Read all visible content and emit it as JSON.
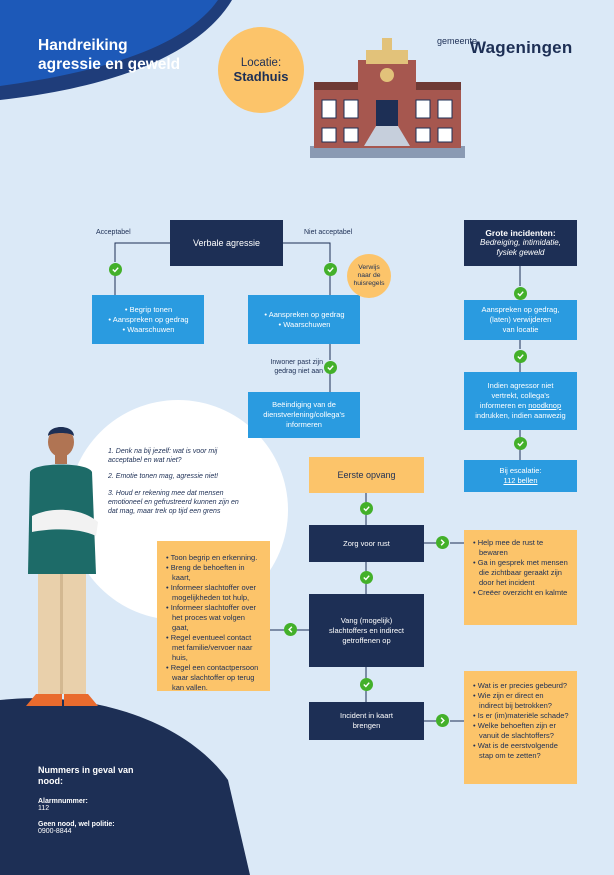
{
  "header": {
    "title_line1": "Handreiking",
    "title_line2": "agressie en geweld",
    "location_label": "Locatie:",
    "location_name": "Stadhuis",
    "logo_small": "gemeente",
    "logo_main": "Wageningen"
  },
  "verbal": {
    "title": "Verbale agressie",
    "label_left": "Acceptabel",
    "label_right": "Niet acceptabel",
    "left_items": [
      "Begrip tonen",
      "Aanspreken op gedrag",
      "Waarschuwen"
    ],
    "right_items": [
      "Aanspreken op gedrag",
      "Waarschuwen"
    ],
    "refer_line1": "Verwijs",
    "refer_line2": "naar de",
    "refer_line3": "huisregels",
    "resident_line1": "Inwoner past zijn",
    "resident_line2": "gedrag niet aan",
    "end_line1": "Beëindiging van de",
    "end_line2": "dienstverlening/collega's",
    "end_line3": "informeren"
  },
  "major": {
    "title": "Grote incidenten:",
    "subtitle_line1": "Bedreiging, intimidatie,",
    "subtitle_line2": "fysiek geweld",
    "step1_line1": "Aanspreken op gedrag,",
    "step1_line2": "(laten) verwijderen",
    "step1_line3": "van locatie",
    "step2_line1": "Indien agressor niet",
    "step2_line2": "vertrekt, collega's",
    "step2_line3_a": "informeren en ",
    "step2_line3_b": "noodknop",
    "step2_line4": "indrukken, indien aanwezig",
    "esc_label": "Bij escalatie:",
    "esc_link": "112 bellen"
  },
  "steps": {
    "s1": "1. Denk na bij jezelf: wat is voor mij acceptabel en wat niet?",
    "s2": "2. Emotie tonen mag, agressie niet!",
    "s3": "3. Houd er rekening mee dat mensen emotioneel en gefrustreerd kunnen zijn en dat mag, maar trek op tijd een grens"
  },
  "care": {
    "first_aid": "Eerste opvang",
    "calm": "Zorg voor rust",
    "calm_items": [
      "Help mee de rust te bewaren",
      "Ga in gesprek met mensen die zichtbaar geraakt zijn door het incident",
      "Creëer overzicht en kalmte"
    ],
    "catch_line1": "Vang (mogelijk)",
    "catch_line2": "slachtoffers en indirect",
    "catch_line3": "getroffenen op",
    "catch_items": [
      "Toon begrip en erkenning.",
      "Breng de behoeften in kaart,",
      "Informeer slachtoffer over mogelijkheden tot hulp,",
      "Informeer slachtoffer over het proces wat volgen gaat,",
      "Regel eventueel contact met familie/vervoer naar huis,",
      "Regel een contactpersoon waar slachtoffer op terug kan vallen."
    ],
    "map_line1": "Incident in kaart",
    "map_line2": "brengen",
    "map_items": [
      "Wat is er precies gebeurd?",
      "Wie zijn er direct en indirect bij betrokken?",
      "Is er (im)materiële schade?",
      "Welke behoeften zijn er vanuit de slachtoffers?",
      "Wat is de eerstvolgende stap om te zetten?"
    ]
  },
  "numbers": {
    "heading": "Nummers in geval van nood:",
    "alarm_label": "Alarmnummer:",
    "alarm_value": "112",
    "police_label": "Geen nood, wel politie:",
    "police_value": "0900-8844"
  },
  "colors": {
    "navy": "#1d2f55",
    "blue": "#2a9be0",
    "orange": "#fcc46a",
    "green": "#43b02a",
    "background": "#dbe9f7"
  }
}
